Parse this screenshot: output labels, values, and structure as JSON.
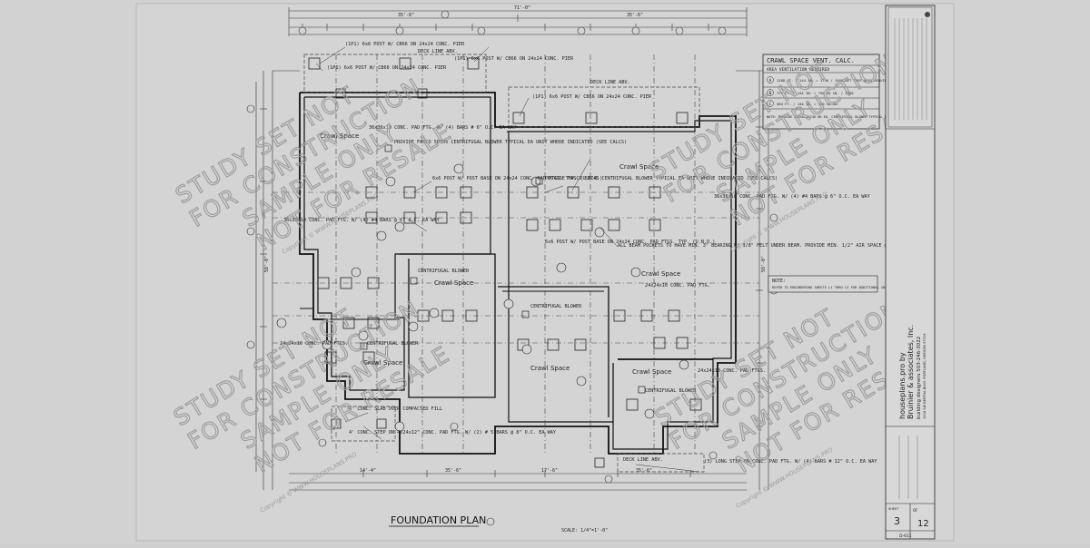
{
  "plan_title": "FOUNDATION PLAN",
  "scale": "SCALE: 1/4\"=1'-0\"",
  "overall_dim_top": "71'-0\"",
  "top_dims": [
    "35'-6\"",
    "35'-6\""
  ],
  "side_dims": [
    "58'-0\"",
    "58'-0\""
  ],
  "bottom_dims": [
    "14'-4\"",
    "35'-6\"",
    "17'-6\"",
    "35'-6\""
  ],
  "table": {
    "title": "CRAWL SPACE VENT. CALC.",
    "header": "AREA  VENTILATION REQUIRED",
    "rows": [
      {
        "id": "A",
        "text": "1288 FT. / 144 IN. = 1750 / 1500 NET FREE AREA REQUIRED"
      },
      {
        "id": "B",
        "text": "725 FT. / 144 IN. = 750 SQ IN. / 1500"
      },
      {
        "id": "C",
        "text": "584 FT. / 144 IN. = 350 SQ IN."
      }
    ],
    "note": "NOTE: PROVIDE FASCO 5D745 OR EQ. CENTRIFUGAL BLOWER TYPICAL EA. UNIT"
  },
  "note_box": {
    "title": "NOTE:",
    "text": "REFER TO ENGINEERING SHEETS L1 THRU L3 FOR ADDITIONAL INFORMATION + CALLOUTS"
  },
  "rooms": [
    {
      "name": "Crawl Space"
    },
    {
      "name": "Crawl Space"
    },
    {
      "name": "Crawl Space"
    },
    {
      "name": "Crawl Space"
    },
    {
      "name": "Crawl Space"
    },
    {
      "name": "Crawl Space"
    },
    {
      "name": "Crawl Space"
    }
  ],
  "callouts": [
    "(1P1) 6x6 POST W/ CB66 ON 24x24 CONC. PIER",
    "(1P1) 6x6 POST W/ CB66 ON 24x24 CONC. PIER",
    "(1P1) 6x6 POST W/ CB66 ON 24x24 CONC. PIER",
    "(1P1) 6x6 POST W/ CB66 ON 24x24 CONC. PIER",
    "DECK LINE ABV.",
    "DECK LINE ABV.",
    "36x36x10 CONC. PAD FTG. W/ (4) BARS # 6\" O.C. EA WAY",
    "PROVIDE FASCO 5D745 CENTRIFUGAL BLOWER TYPICAL EA UNIT WHERE INDICATED (SEE CALCS)",
    "PROVIDE FASCO 5D745 CENTRIFUGAL BLOWER TYPICAL EA UNIT WHERE INDICATED (SEE CALCS)",
    "6x6 POST W/ POST BASE ON 24x24 CONC. PAD FTGS. TYP. (U.N.O.)",
    "6x6 POST W/ POST BASE ON 24x24 CONC. PAD FTGS. TYP. (U.N.O.)",
    "ALL BEAM POCKETS TO HAVE MIN. 3\" BEARING W/ 3/8\" FELT UNDER BEAM. PROVIDE MIN. 1/2\" AIR SPACE @ EA SIDE",
    "CENTRIFUGAL BLOWER",
    "CENTRIFUGAL BLOWER",
    "CENTRIFUGAL BLOWER",
    "CENTRIFUGAL BLOWER",
    "4' CONC. SLAB OVER COMPACTED FILL",
    "4' CONC. STEP ON 4x24x12\" CONC. PAD FTG. W/ (2) # 5 BARS @ 8\" O.C. EA WAY",
    "(3) LONG STEP ON CONC. PAD FTG. W/ (4) BARS # 12\" O.C. EA WAY",
    "DECK LINE ABV.",
    "24x24x10 CONC. PAD FTG.",
    "24x24x10 CONC. PAD FTGS.",
    "24x24x10 CONC. PAD FTGS.",
    "36x36x10 CONC. PAD FTG. W/ (4) #4 BARS @ 6\" O.C. EA WAY",
    "36x36x10 CONC. PAD FTG. W/ (4) #4 BARS @ 6\" O.C. EA WAY"
  ],
  "watermarks": [
    [
      "STUDY SET NOT",
      "FOR CONSTRUCTION",
      "SAMPLE ONLY",
      "NOT FOR RESALE"
    ],
    [
      "STUDY SET NOT",
      "FOR CONSTRUCTION",
      "SAMPLE ONLY",
      "NOT FOR RESALE"
    ],
    [
      "STUDY SET NOT",
      "FOR CONSTRUCTION",
      "SAMPLE ONLY",
      "NOT FOR RESALE"
    ],
    [
      "STUDY SET NOT",
      "FOR CONSTRUCTION",
      "SAMPLE ONLY",
      "NOT FOR RESALE"
    ]
  ],
  "copyright": "Copyright © WWW.HOUSEPLANS.PRO",
  "title_block": {
    "company_line1": "houseplans.pro by",
    "company_line2": "Bruinier & associates, Inc.",
    "company_line3": "building designers 503-246-3022",
    "company_line4": "1304 SW BERTHA BLVD. PORTLAND, OREGON 97219",
    "sheet_label": "SHEET",
    "sheet_number": "3",
    "of_label": "OF",
    "sheet_total": "12",
    "plan_no": "D-611"
  },
  "colors": {
    "ink": "#222222",
    "paper": "#d2d2d2",
    "watermark": "#9a9a9a"
  }
}
